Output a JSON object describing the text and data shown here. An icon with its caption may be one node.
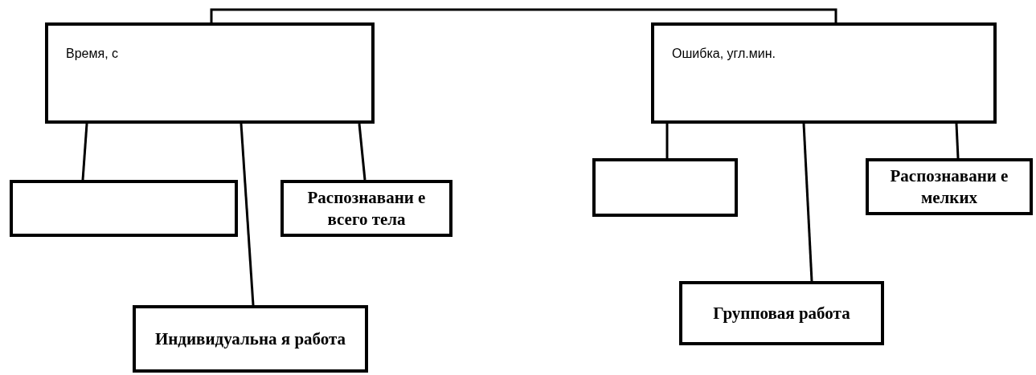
{
  "diagram": {
    "nodes": [
      {
        "text": [
          "Время, с"
        ]
      },
      {
        "text": [],
        "shape": "box"
      },
      {
        "text": [
          "Индивидуальна я работа"
        ]
      },
      {
        "text": [
          "Распознавани е всего тела"
        ]
      },
      {
        "text": [
          "Ошибка, угл.мин."
        ]
      },
      {
        "text": [],
        "shape": "box"
      },
      {
        "text": [
          "Групповая работа"
        ]
      },
      {
        "text": [
          "Распознавани е мелких"
        ]
      }
    ],
    "edges": [
      {
        "from": 0,
        "to": 4,
        "arrow": "none"
      },
      {
        "from": 0,
        "to": 1,
        "arrow": "none"
      },
      {
        "from": 0,
        "to": 2,
        "arrow": "none"
      },
      {
        "from": 0,
        "to": 3,
        "arrow": "none"
      },
      {
        "from": 4,
        "to": 5,
        "arrow": "none"
      },
      {
        "from": 4,
        "to": 6,
        "arrow": "none"
      },
      {
        "from": 4,
        "to": 7,
        "arrow": "none"
      }
    ]
  }
}
